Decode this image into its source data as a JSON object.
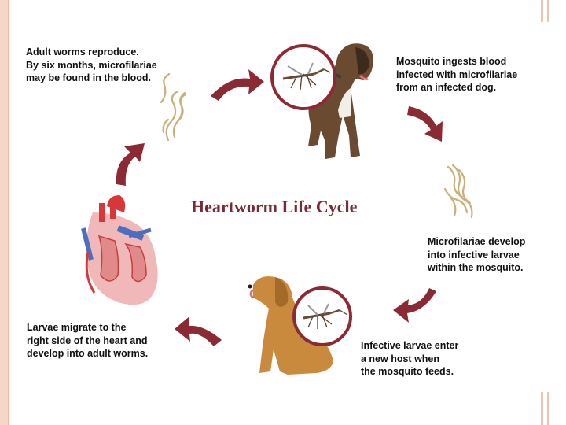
{
  "diagram": {
    "title": "Heartworm Life Cycle",
    "steps": [
      {
        "id": "adult-reproduce",
        "text": "Adult worms reproduce.\nBy six months, microfilariae\nmay be found in the blood."
      },
      {
        "id": "mosquito-ingests",
        "text": "Mosquito ingests blood\ninfected with microfilariae\nfrom an infected dog."
      },
      {
        "id": "larvae-develop",
        "text": "Microfilariae develop\ninto infective larvae\nwithin the mosquito."
      },
      {
        "id": "infective-enter",
        "text": "Infective larvae enter\na new host when\nthe mosquito feeds."
      },
      {
        "id": "larvae-migrate",
        "text": "Larvae migrate to the\nright side of the heart and\ndevelop into adult worms."
      }
    ],
    "colors": {
      "arrow": "#8b2a33",
      "title": "#7a2a35",
      "circle": "#8b2a33",
      "worm": "#c9b07a"
    },
    "icons": [
      "mosquito-icon",
      "dog-icon",
      "heart-icon",
      "worm-icon",
      "cycle-arrow-icon"
    ]
  }
}
